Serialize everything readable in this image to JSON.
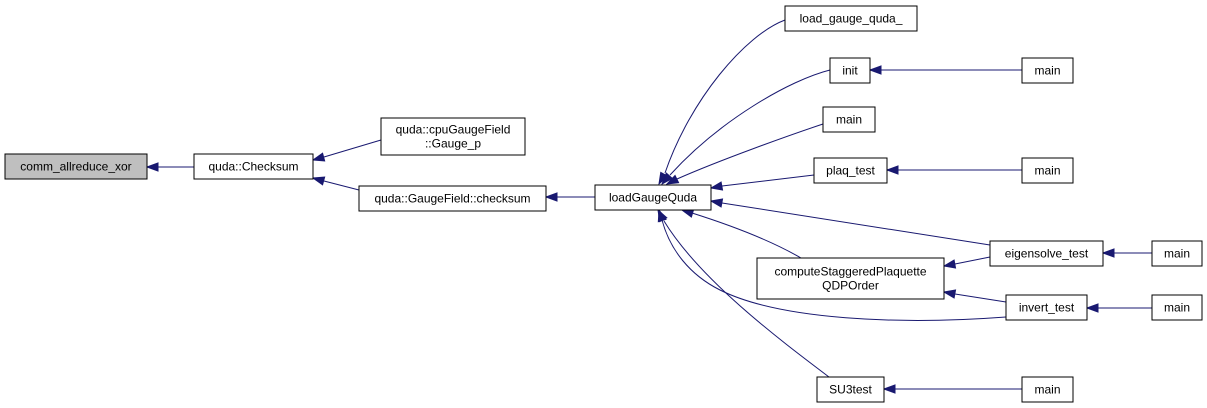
{
  "colors": {
    "edge": "#191970",
    "root_fill": "#bfbfbf",
    "node_fill": "#ffffff",
    "node_stroke": "#000000"
  },
  "nodes": {
    "comm_allreduce_xor": [
      "comm_allreduce_xor"
    ],
    "checksum": [
      "quda::Checksum"
    ],
    "gauge_p": [
      "quda::cpuGaugeField",
      "::Gauge_p"
    ],
    "gaugefield_checksum": [
      "quda::GaugeField::checksum"
    ],
    "loadgaugequda": [
      "loadGaugeQuda"
    ],
    "load_gauge_quda_": [
      "load_gauge_quda_"
    ],
    "init": [
      "init"
    ],
    "main_1": [
      "main"
    ],
    "plaq_test": [
      "plaq_test"
    ],
    "compute_plaquette": [
      "computeStaggeredPlaquette",
      "QDPOrder"
    ],
    "su3test": [
      "SU3test"
    ],
    "eigensolve_test": [
      "eigensolve_test"
    ],
    "invert_test": [
      "invert_test"
    ],
    "main_init": [
      "main"
    ],
    "main_plaq": [
      "main"
    ],
    "main_eigen": [
      "main"
    ],
    "main_invert": [
      "main"
    ],
    "main_su3": [
      "main"
    ]
  }
}
